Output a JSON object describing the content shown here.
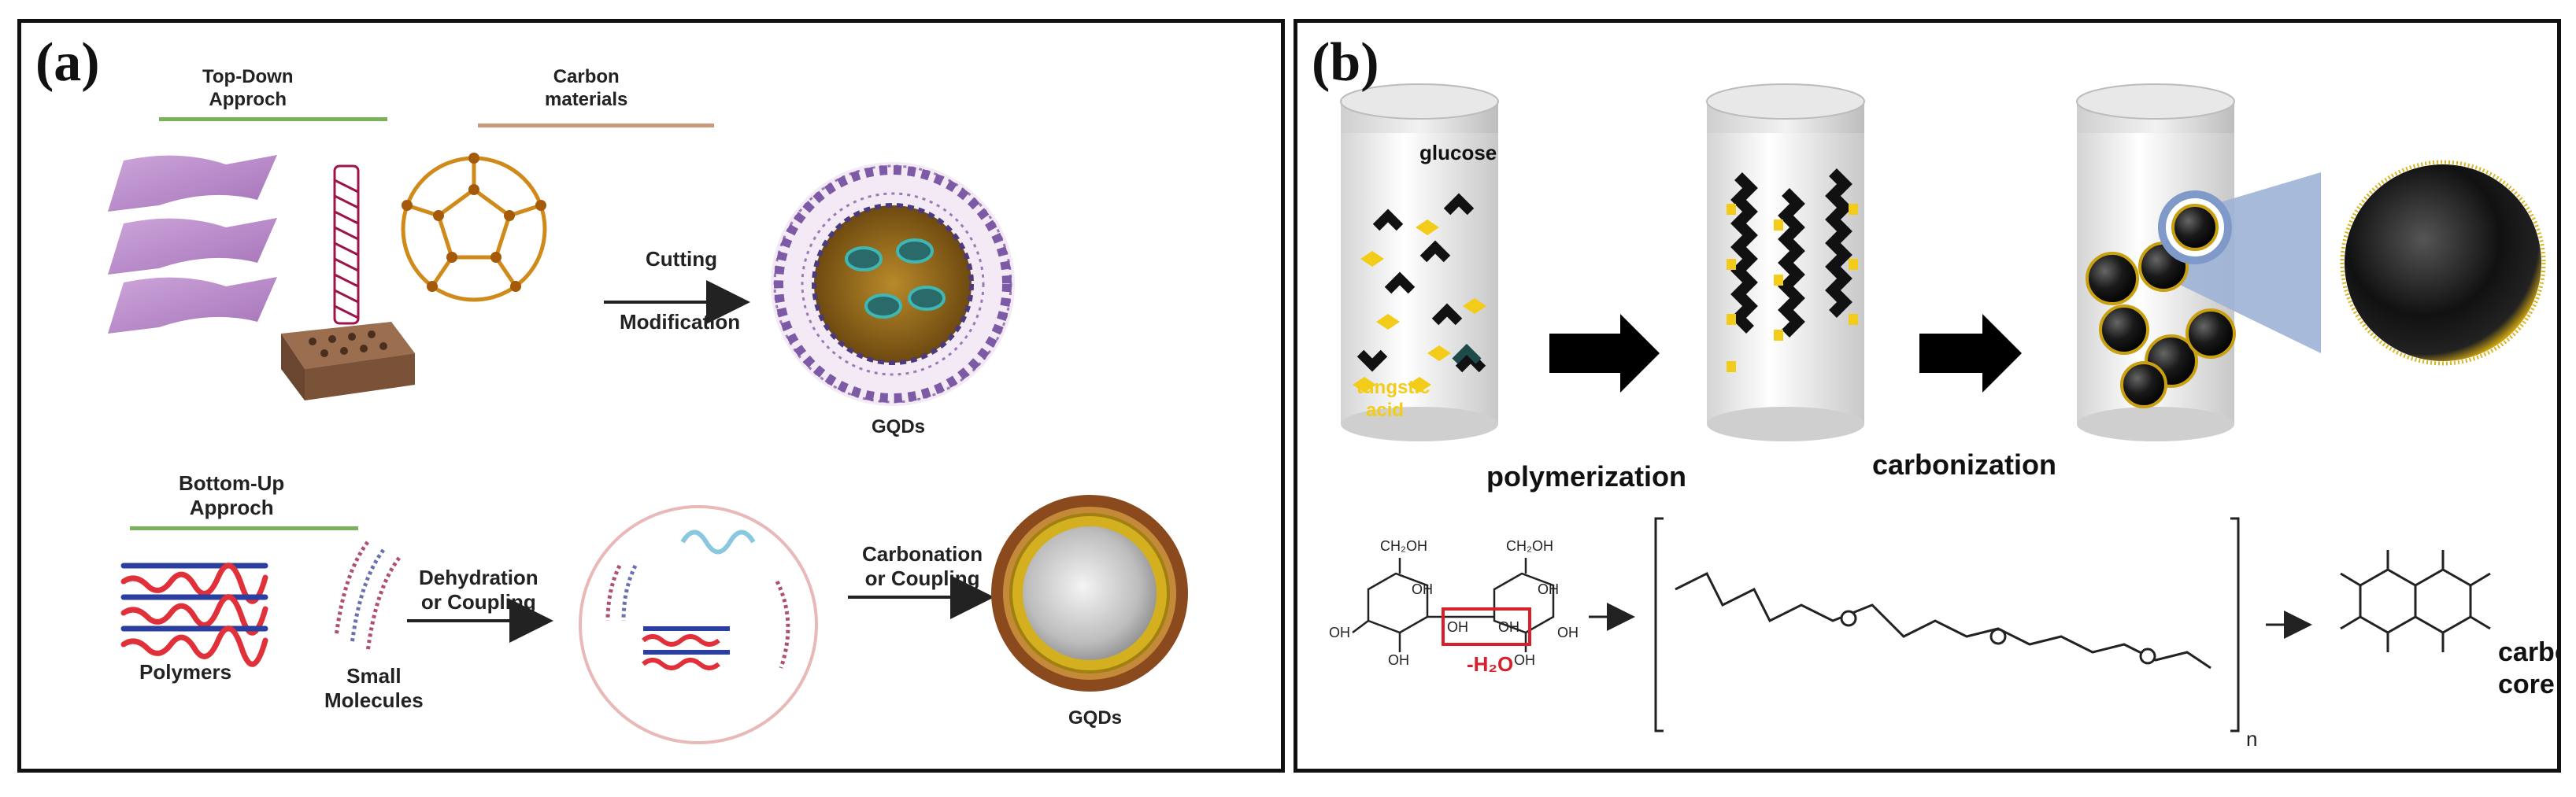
{
  "panel_a": {
    "label": "(a)",
    "top_down_title_line1": "Top-Down",
    "top_down_title_line2": "Approch",
    "carbon_title_line1": "Carbon",
    "carbon_title_line2": "materials",
    "cutting": "Cutting",
    "modification": "Modification",
    "gqds_top": "GQDs",
    "bottom_up_title_line1": "Bottom-Up",
    "bottom_up_title_line2": "Approch",
    "polymers": "Polymers",
    "small_line1": "Small",
    "small_line2": "Molecules",
    "dehydration_line1": "Dehydration",
    "dehydration_line2": "or Coupling",
    "carbonation_line1": "Carbonation",
    "carbonation_line2": "or Coupling",
    "gqds_bottom": "GQDs"
  },
  "panel_b": {
    "label": "(b)",
    "glucose": "glucose",
    "tungstic_line1": "tungstic",
    "tungstic_line2": "acid",
    "polymerization": "polymerization",
    "carbonization": "carbonization",
    "minus_h2o": "-H₂O",
    "subscript_n": "n",
    "carbonized_line1": "carbonized",
    "carbonized_line2": "core",
    "oh_labels": [
      "OH",
      "OH",
      "OH",
      "OH",
      "OH",
      "OH",
      "OH",
      "OH"
    ],
    "ch2oh_label": "CH₂OH",
    "o_label": "O"
  },
  "colors": {
    "green_underline": "#79b25a",
    "brown_underline": "#c89a7a",
    "purple_sheet": "#b57fc6",
    "cnt_red": "#a0124a",
    "fullerene": "#d08a1a",
    "polymer_red": "#e0303a",
    "polymer_blue": "#2a3fa0",
    "gqd_shell_gold": "#d4b020",
    "tungstic_yellow": "#f3cc1a",
    "red_highlight": "#d8202a"
  }
}
